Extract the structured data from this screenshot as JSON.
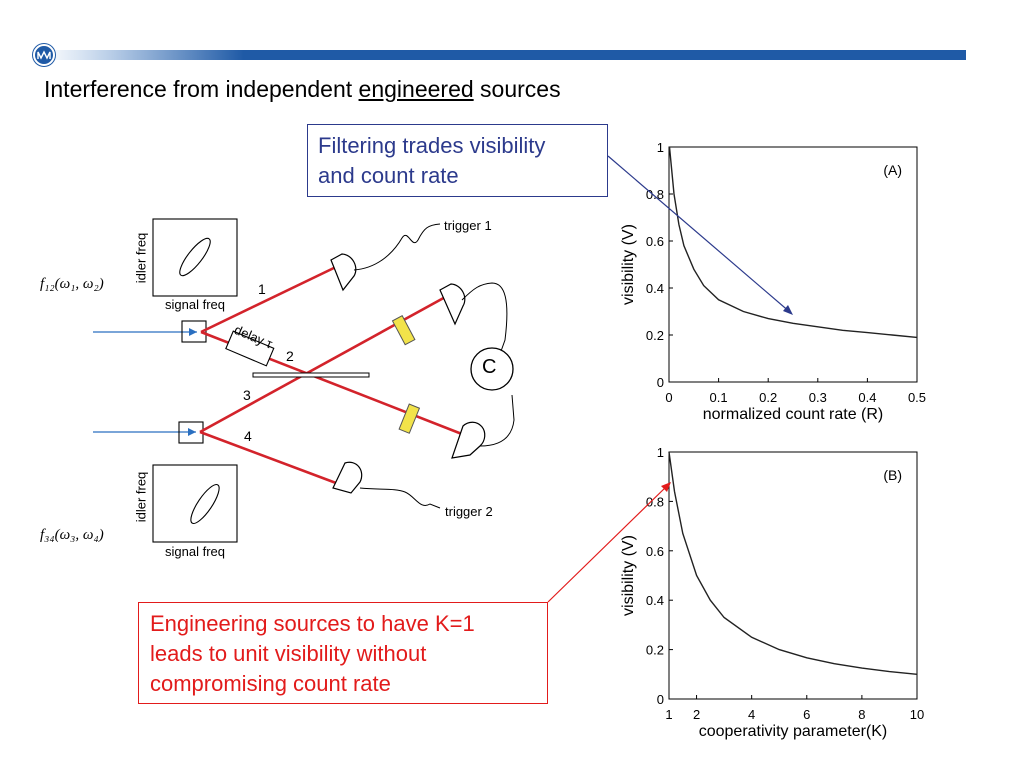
{
  "slide": {
    "title_pre": "Interference from independent",
    "title_underlined": "engineered",
    "title_post": "sources"
  },
  "callouts": {
    "a_line1": "Filtering trades visibility",
    "a_line2": "and count rate",
    "b_line1": "Engineering sources to have K=1",
    "b_line2": "leads to unit visibility without",
    "b_line3": "compromising count rate"
  },
  "diagram": {
    "idler_label": "idler freq",
    "signal_label": "signal freq",
    "f12": "f₁₂(ω₁, ω₂)",
    "f34": "f₃₄(ω₃, ω₄)",
    "port1": "1",
    "port2": "2",
    "port3": "3",
    "port4": "4",
    "delay_label": "delay τ",
    "trigger1": "trigger 1",
    "trigger2": "trigger 2",
    "coincidence": "C",
    "colors": {
      "beam": "#d3232b",
      "pump": "#2a6fc0",
      "filter": "#f2e34a"
    }
  },
  "chart_data": [
    {
      "type": "line",
      "panel_label": "(A)",
      "xlabel": "normalized count rate (R)",
      "ylabel": "visibility (V)",
      "xlim": [
        0,
        0.5
      ],
      "ylim": [
        0,
        1
      ],
      "xticks": [
        "0",
        "0.1",
        "0.2",
        "0.3",
        "0.4",
        "0.5"
      ],
      "yticks": [
        "0",
        "0.2",
        "0.4",
        "0.6",
        "0.8",
        "1"
      ],
      "series": [
        {
          "x": [
            0.001,
            0.01,
            0.02,
            0.03,
            0.05,
            0.07,
            0.1,
            0.15,
            0.2,
            0.25,
            0.3,
            0.35,
            0.4,
            0.45,
            0.5
          ],
          "y": [
            1.0,
            0.8,
            0.67,
            0.58,
            0.48,
            0.41,
            0.35,
            0.3,
            0.27,
            0.25,
            0.235,
            0.22,
            0.21,
            0.2,
            0.19
          ]
        }
      ]
    },
    {
      "type": "line",
      "panel_label": "(B)",
      "xlabel": "cooperativity parameter(K)",
      "ylabel": "visibility (V)",
      "xlim": [
        1,
        10
      ],
      "ylim": [
        0,
        1
      ],
      "xticks": [
        "1",
        "2",
        "4",
        "6",
        "8",
        "10"
      ],
      "yticks": [
        "0",
        "0.2",
        "0.4",
        "0.6",
        "0.8",
        "1"
      ],
      "series": [
        {
          "x": [
            1,
            1.2,
            1.5,
            2,
            2.5,
            3,
            4,
            5,
            6,
            7,
            8,
            9,
            10
          ],
          "y": [
            1.0,
            0.84,
            0.67,
            0.5,
            0.4,
            0.33,
            0.25,
            0.2,
            0.167,
            0.143,
            0.125,
            0.111,
            0.1
          ]
        }
      ]
    }
  ]
}
